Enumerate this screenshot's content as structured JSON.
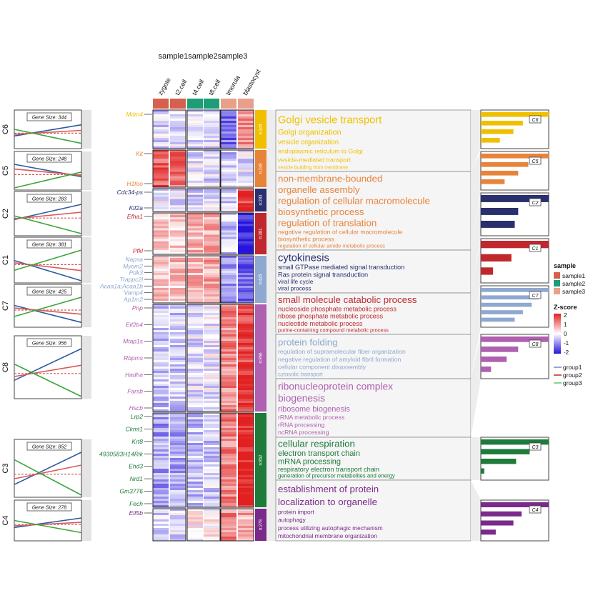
{
  "chart_data": {
    "type": "heatmap",
    "title": "sample1sample2sample3",
    "samples": [
      {
        "name": "zygote",
        "group": "sample1"
      },
      {
        "name": "t2.cell",
        "group": "sample1"
      },
      {
        "name": "t4.cell",
        "group": "sample2"
      },
      {
        "name": "t8.cell",
        "group": "sample2"
      },
      {
        "name": "tmorula",
        "group": "sample3"
      },
      {
        "name": "blastocyst",
        "group": "sample3"
      }
    ],
    "legend": {
      "sample_title": "sample",
      "samples": [
        {
          "name": "sample1",
          "color": "#d6604d"
        },
        {
          "name": "sample2",
          "color": "#1b9e77"
        },
        {
          "name": "sample3",
          "color": "#e8a08a"
        }
      ],
      "zscore_title": "Z-score",
      "zscore_ticks": [
        "2",
        "1",
        "0",
        "-1",
        "-2"
      ],
      "groups": [
        {
          "name": "group1",
          "color": "#8fa8d0"
        },
        {
          "name": "group2",
          "color": "#d65a5a"
        },
        {
          "name": "group3",
          "color": "#8fd08f"
        }
      ]
    },
    "clusters": [
      {
        "id": "C6",
        "gene_size_label": "Gene Size: 344",
        "n_label": "n:344",
        "color": "#f0c000",
        "pattern": [
          -0.4,
          -0.3,
          -0.4,
          -0.3,
          -1.6,
          1.2
        ],
        "genes": [
          "Mdm4"
        ],
        "terms": [
          {
            "text": "Golgi vesicle transport",
            "size": 1.6
          },
          {
            "text": "Golgi organization",
            "size": 1.2
          },
          {
            "text": "vesicle organization",
            "size": 1.05
          },
          {
            "text": "endoplasmic reticulum to Golgi",
            "size": 0.95
          },
          {
            "text": "vesicle-mediated transport",
            "size": 0.95
          },
          {
            "text": "vesicle budding from membrane",
            "size": 0.75
          }
        ],
        "bars": [
          1.0,
          0.62,
          0.48,
          0.28
        ]
      },
      {
        "id": "C5",
        "gene_size_label": "Gene Size: 248",
        "n_label": "n:248",
        "color": "#e8843a",
        "pattern": [
          1.8,
          1.6,
          -0.3,
          -0.4,
          -0.6,
          -0.3
        ],
        "genes": [
          "Kit",
          "H1foo"
        ],
        "terms": [
          {
            "text": "non-membrane-bounded",
            "size": 1.45
          },
          {
            "text": "organelle assembly",
            "size": 1.45
          },
          {
            "text": "regulation of cellular macromolecule",
            "size": 1.45
          },
          {
            "text": "biosynthetic process",
            "size": 1.45
          },
          {
            "text": "regulation of translation",
            "size": 1.45
          },
          {
            "text": "negative regulation of cellular macromolecule",
            "size": 0.95
          },
          {
            "text": "biosynthetic process",
            "size": 0.95
          },
          {
            "text": "regulation of cellular amide metabolic process",
            "size": 0.8
          }
        ],
        "bars": [
          1.0,
          0.7,
          0.55,
          0.35
        ]
      },
      {
        "id": "C2",
        "gene_size_label": "Gene Size: 283",
        "n_label": "n:283",
        "color": "#2a2f6e",
        "pattern": [
          -0.2,
          -0.3,
          -0.5,
          -0.3,
          -0.4,
          2.2
        ],
        "genes": [
          "Cdc34-ps",
          "Kif2a"
        ],
        "terms": [
          {
            "text": "cytokinesis",
            "size": 1.6
          },
          {
            "text": "small GTPase mediated signal transduction",
            "size": 1.0
          },
          {
            "text": "Ras protein signal transduction",
            "size": 1.0
          },
          {
            "text": "viral life cycle",
            "size": 0.9
          },
          {
            "text": "viral process",
            "size": 0.9
          }
        ],
        "bars": [
          1.0,
          0.55,
          0.5
        ]
      },
      {
        "id": "C1",
        "gene_size_label": "Gene Size: 381",
        "n_label": "n:381",
        "color": "#c0282e",
        "pattern": [
          0.5,
          0.7,
          0.8,
          0.9,
          -0.6,
          -2.2
        ],
        "genes": [
          "Efha1",
          "Pfkl"
        ],
        "terms": [
          {
            "text": "small molecule catabolic process",
            "size": 1.45
          },
          {
            "text": "nucleoside phosphate metabolic process",
            "size": 1.0
          },
          {
            "text": "ribose phosphate metabolic process",
            "size": 1.0
          },
          {
            "text": "nucleotide metabolic process",
            "size": 1.0
          },
          {
            "text": "purine-containing compound metabolic process",
            "size": 0.8
          }
        ],
        "bars": [
          1.0,
          0.45,
          0.18
        ]
      },
      {
        "id": "C7",
        "gene_size_label": "Gene Size: 425",
        "n_label": "n:425",
        "color": "#8fa8d0",
        "pattern": [
          0.6,
          0.7,
          0.9,
          1.0,
          -1.0,
          -1.6
        ],
        "genes": [
          "Napsa",
          "Myom2",
          "Pdk3",
          "Trappc2l",
          "Acaa1a;Acaa1b",
          "Vamp4",
          "Ap1m2"
        ],
        "terms": [
          {
            "text": "protein folding",
            "size": 1.45
          },
          {
            "text": "regulation of supramolecular fiber organization",
            "size": 0.95
          },
          {
            "text": "negative regulation of amyloid fibril formation",
            "size": 0.95
          },
          {
            "text": "cellular component disassembly",
            "size": 0.95
          },
          {
            "text": "cytosolic transport",
            "size": 0.85
          }
        ],
        "bars": [
          1.0,
          0.85,
          0.75,
          0.62,
          0.5
        ]
      },
      {
        "id": "C8",
        "gene_size_label": "Gene Size: 956",
        "n_label": "n:956",
        "color": "#b060b0",
        "pattern": [
          -0.6,
          -0.5,
          -0.3,
          -0.2,
          1.3,
          2.2
        ],
        "genes": [
          "Pnp",
          "Eif2b4",
          "Mtap1s",
          "Rbpms",
          "Hadha",
          "Farsb",
          "Hscb"
        ],
        "terms": [
          {
            "text": "ribonucleoprotein complex",
            "size": 1.5
          },
          {
            "text": "biogenesis",
            "size": 1.5
          },
          {
            "text": "ribosome biogenesis",
            "size": 1.2
          },
          {
            "text": "rRNA metabolic process",
            "size": 0.95
          },
          {
            "text": "rRNA processing",
            "size": 0.95
          },
          {
            "text": "ncRNA processing",
            "size": 0.95
          }
        ],
        "bars": [
          1.0,
          0.55,
          0.38,
          0.15
        ]
      },
      {
        "id": "C3",
        "gene_size_label": "Gene Size: 852",
        "n_label": "n:852",
        "color": "#1e7b3b",
        "pattern": [
          -1.0,
          -0.9,
          -0.6,
          -0.5,
          1.4,
          2.6
        ],
        "genes": [
          "Lrp2",
          "Ckmt1",
          "Krt8",
          "4930583H14Rik",
          "Ehd3",
          "Nrd1",
          "Gm3776",
          "Fech"
        ],
        "terms": [
          {
            "text": "cellular respiration",
            "size": 1.45
          },
          {
            "text": "electron transport chain",
            "size": 1.2
          },
          {
            "text": "mRNA processing",
            "size": 1.2
          },
          {
            "text": "respiratory electron transport chain",
            "size": 1.0
          },
          {
            "text": "generation of precursor metabolites and energy",
            "size": 0.85
          }
        ],
        "bars": [
          1.0,
          0.72,
          0.52,
          0.05
        ]
      },
      {
        "id": "C4",
        "gene_size_label": "Gene Size: 278",
        "n_label": "n:278",
        "color": "#7a2a8a",
        "pattern": [
          -0.4,
          -0.3,
          0.1,
          0.2,
          1.3,
          0.9
        ],
        "genes": [
          "Eif5b"
        ],
        "terms": [
          {
            "text": "establishment of protein",
            "size": 1.45
          },
          {
            "text": "localization to organelle",
            "size": 1.45
          },
          {
            "text": "protein import",
            "size": 0.9
          },
          {
            "text": "autophagy",
            "size": 0.9
          },
          {
            "text": "process utilizing autophagic mechanism",
            "size": 0.9
          },
          {
            "text": "mitochondrial membrane organization",
            "size": 0.9
          }
        ],
        "bars": [
          1.0,
          0.6,
          0.48,
          0.22
        ]
      }
    ]
  }
}
